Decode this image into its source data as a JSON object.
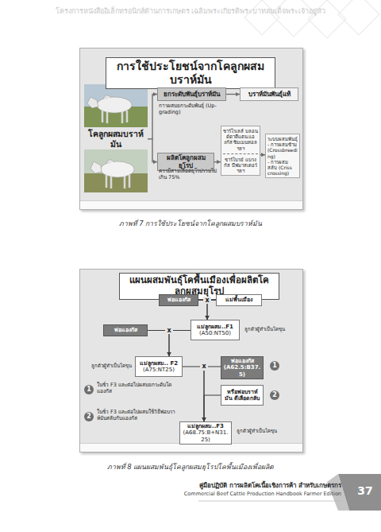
{
  "diagram": {
    "nodes": [
      {
        "text": [
          "การใช้ประโยชน์จากโคลูกผสมบราห์มัน"
        ]
      },
      {
        "text": [
          "โคลูกผสมบราห์มัน"
        ]
      },
      {
        "text": [
          "ยกระดับพันธุ์บราห์มัน"
        ]
      },
      {
        "text": [
          "บราห์มันพันธุ์แท้"
        ]
      },
      {
        "text": [
          "ชาร์โรเลส์ บลอนด์ดาคีแตน แองกัส ซิมเมนทอล ฯลฯ",
          "ชาร์โบรย์ แบรงกัส บีฟมาสเตอร์ ฯลฯ"
        ]
      },
      {
        "text": [
          "ระบบผสมพันธุ์",
          "- การผสมข้าม (Crossbreeding)",
          "- การผสมสลับ (Criss crossing)"
        ]
      },
      {
        "text": [
          "ผลิตโคลูกผสมยุโรป"
        ]
      },
      {
        "text": [
          "แผนผสมพันธุ์โคพื้นเมืองเพื่อผลิตโคลูกผสมยุโรป"
        ]
      },
      {
        "text": [
          "พ่อแองกัส"
        ]
      },
      {
        "text": [
          "แม่พื้นเมือง"
        ]
      },
      {
        "text": [
          "พ่อแองกัส"
        ]
      },
      {
        "text": [
          "แม่ลูกผสม..F1",
          "(A50:NT50)"
        ]
      },
      {
        "text": [
          "แม่ลูกผสม.. F2",
          "(A75:NT25)"
        ]
      },
      {
        "text": [
          "พ่อแองกัส",
          "(A62.5:B37.5)"
        ]
      },
      {
        "text": [
          "หรือพ่อบราห์มัน ตีเลือดกลับ"
        ]
      },
      {
        "text": [
          "แม่ลูกผสม..F3",
          "(A68.75:B+N31.25)"
        ]
      }
    ],
    "edges": [
      {
        "from": 1,
        "to": 2,
        "arrow": "to"
      },
      {
        "from": 1,
        "to": 6,
        "arrow": "to"
      },
      {
        "from": 2,
        "to": 3,
        "arrow": "to"
      },
      {
        "from": 6,
        "to": 4,
        "arrow": "to"
      },
      {
        "from": 4,
        "to": 5,
        "arrow": "to"
      },
      {
        "from": 8,
        "to": 11,
        "arrow": "to"
      },
      {
        "from": 9,
        "to": 11,
        "arrow": "to"
      },
      {
        "from": 10,
        "to": 12,
        "arrow": "to"
      },
      {
        "from": 11,
        "to": 12,
        "arrow": "to"
      },
      {
        "from": 12,
        "to": 15,
        "arrow": "to"
      },
      {
        "from": 13,
        "to": 15,
        "arrow": "to"
      },
      {
        "from": 14,
        "to": 15,
        "arrow": "to"
      }
    ],
    "labels": [
      "โครงการหนังสืออิเล็กทรอนิกส์ด้านการเกษตร เฉลิมพระเกียรติพระบาทสมเด็จพระเจ้าอยู่หัว",
      "การผสมยกระดับพันธุ์ (Up-grading)",
      "ควรมีสายเลือดยุโรปรวมไม่เกิน 75%",
      "ภาพที่ 7 การใช้ประโยชน์จากโคลูกผสมบราห์มัน",
      "x",
      "ลูกตัวผู้ทำเป็นโคขุน",
      "x",
      "ลูกตัวผู้ทำเป็นโคขุน",
      "x",
      "1",
      "2",
      "1",
      "ในชั่ว F3 และต่อไปผสมยกระดับโคแองกัส",
      "2",
      "ในชั่ว F3 และต่อไปผสมใช้วิธีพ่อบราห์มันสลับกับแองกัส",
      "ลูกตัวผู้ทำเป็นโคขุน",
      "ภาพที่ 8 แผนผสมพันธุ์โคลูกผสมยุโรปโคพื้นเมืองเพื่อผลิต",
      "คู่มือปฏิบัติ การผลิตโคเนื้อเชิงการค้า สำหรับเกษตรกร",
      "Commercial Beef Cattle Production Handbook Farmer Edition",
      "37"
    ]
  }
}
